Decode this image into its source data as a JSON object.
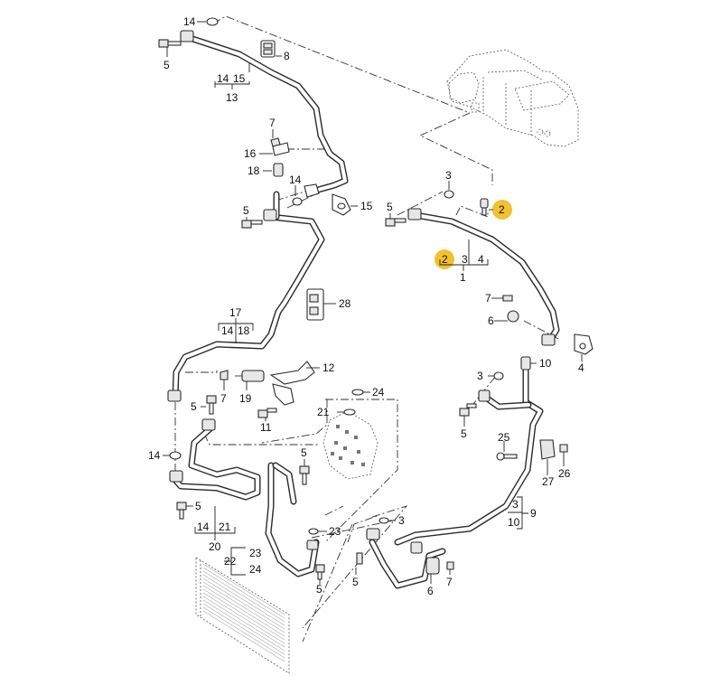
{
  "diagram": {
    "title": "Air conditioning refrigerant lines exploded parts diagram",
    "highlight_color": "#f2c12e",
    "callouts": [
      {
        "id": "c14a",
        "label": "14"
      },
      {
        "id": "c5a",
        "label": "5"
      },
      {
        "id": "c8",
        "label": "8"
      },
      {
        "id": "c13",
        "label": "13"
      },
      {
        "id": "c13a",
        "label": "14"
      },
      {
        "id": "c13b",
        "label": "15"
      },
      {
        "id": "c7a",
        "label": "7"
      },
      {
        "id": "c16",
        "label": "16"
      },
      {
        "id": "c18",
        "label": "18"
      },
      {
        "id": "c14b",
        "label": "14"
      },
      {
        "id": "c15",
        "label": "15"
      },
      {
        "id": "c5b",
        "label": "5"
      },
      {
        "id": "c28",
        "label": "28"
      },
      {
        "id": "c17",
        "label": "17"
      },
      {
        "id": "c17a",
        "label": "14"
      },
      {
        "id": "c17b",
        "label": "18"
      },
      {
        "id": "c12",
        "label": "12"
      },
      {
        "id": "c7b",
        "label": "7"
      },
      {
        "id": "c19",
        "label": "19"
      },
      {
        "id": "c11",
        "label": "11"
      },
      {
        "id": "c5c",
        "label": "5"
      },
      {
        "id": "c24a",
        "label": "24"
      },
      {
        "id": "c21",
        "label": "21"
      },
      {
        "id": "c14c",
        "label": "14"
      },
      {
        "id": "c5d",
        "label": "5"
      },
      {
        "id": "c5e",
        "label": "5"
      },
      {
        "id": "c20",
        "label": "20"
      },
      {
        "id": "c20a",
        "label": "14"
      },
      {
        "id": "c20b",
        "label": "21"
      },
      {
        "id": "c22",
        "label": "22"
      },
      {
        "id": "c22a",
        "label": "23"
      },
      {
        "id": "c22b",
        "label": "24"
      },
      {
        "id": "c23",
        "label": "23"
      },
      {
        "id": "c5f",
        "label": "5"
      },
      {
        "id": "c3a",
        "label": "3"
      },
      {
        "id": "c5g",
        "label": "5"
      },
      {
        "id": "c2a",
        "label": "2",
        "highlighted": true
      },
      {
        "id": "c1",
        "label": "1"
      },
      {
        "id": "c1a",
        "label": "2",
        "highlighted": true
      },
      {
        "id": "c1b",
        "label": "3"
      },
      {
        "id": "c1c",
        "label": "4"
      },
      {
        "id": "c7c",
        "label": "7"
      },
      {
        "id": "c6a",
        "label": "6"
      },
      {
        "id": "c4",
        "label": "4"
      },
      {
        "id": "c3b",
        "label": "3"
      },
      {
        "id": "c10",
        "label": "10"
      },
      {
        "id": "c5h",
        "label": "5"
      },
      {
        "id": "c25",
        "label": "25"
      },
      {
        "id": "c26",
        "label": "26"
      },
      {
        "id": "c27",
        "label": "27"
      },
      {
        "id": "c9",
        "label": "9"
      },
      {
        "id": "c9a",
        "label": "3"
      },
      {
        "id": "c9b",
        "label": "10"
      },
      {
        "id": "c3c",
        "label": "3"
      },
      {
        "id": "c5i",
        "label": "5"
      },
      {
        "id": "c6b",
        "label": "6"
      },
      {
        "id": "c7d",
        "label": "7"
      }
    ]
  }
}
